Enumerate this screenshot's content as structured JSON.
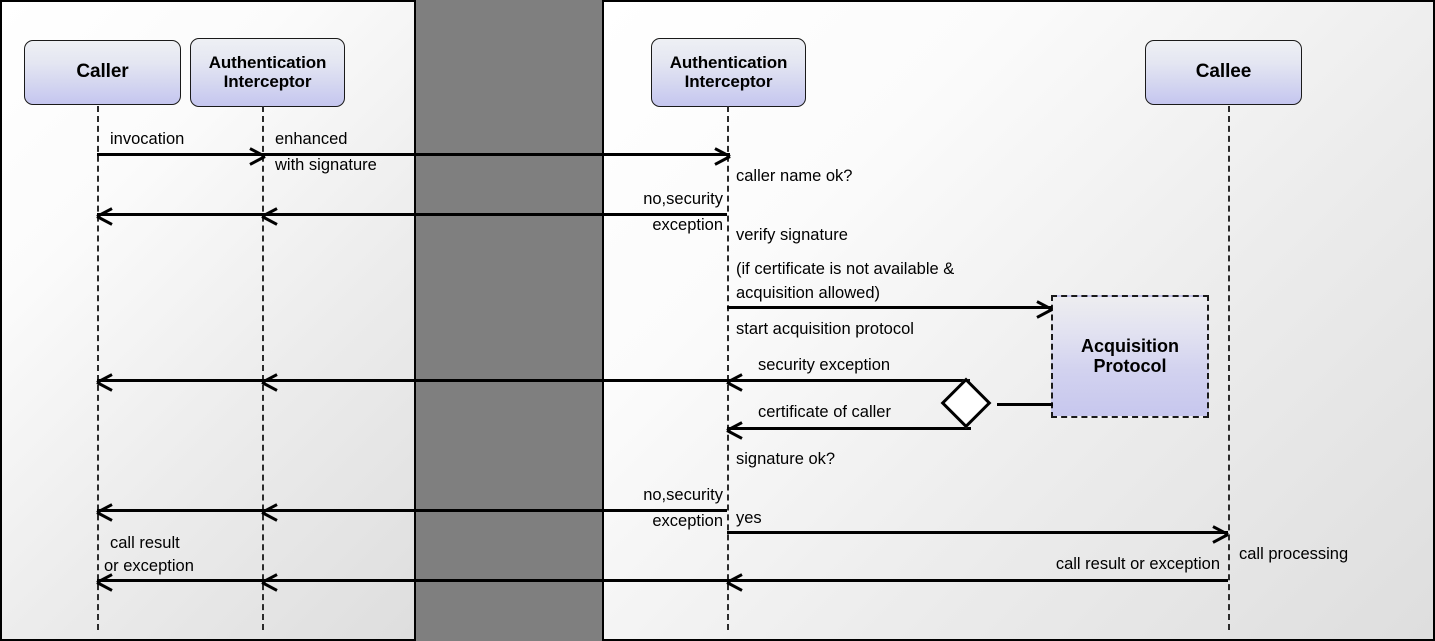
{
  "diagram": {
    "title": "Authentication Interceptor sequence diagram",
    "colors": {
      "background": "#7f7f7f",
      "panel_fill": "#f2f2f2",
      "lifebox_top": "#eef0f4",
      "lifebox_bottom": "#c5c6ef",
      "line": "#000000"
    }
  },
  "panels": {
    "left": {
      "name": "caller-side-panel"
    },
    "right": {
      "name": "callee-side-panel"
    }
  },
  "lifelines": [
    {
      "id": "caller",
      "label": "Caller",
      "panel": "left"
    },
    {
      "id": "interceptor1",
      "label": "Authentication\nInterceptor",
      "panel": "left"
    },
    {
      "id": "interceptor2",
      "label": "Authentication\nInterceptor",
      "panel": "right"
    },
    {
      "id": "callee",
      "label": "Callee",
      "panel": "right"
    }
  ],
  "fragments": [
    {
      "id": "acquisition",
      "label": "Acquisition\nProtocol",
      "style": "dashed"
    }
  ],
  "messages": [
    {
      "id": "m1",
      "label": "invocation",
      "from": "caller",
      "to": "interceptor1",
      "direction": "right"
    },
    {
      "id": "m2",
      "label": "enhanced\nwith signature",
      "from": "interceptor1",
      "to": "interceptor2",
      "direction": "right"
    },
    {
      "id": "m3",
      "label": "no,security\nexception",
      "from": "interceptor2",
      "to": "caller",
      "direction": "left"
    },
    {
      "id": "m4",
      "label": "(if certificate is not available &\nacquisition allowed)\nstart acquisition protocol",
      "from": "interceptor2",
      "to": "acquisition",
      "direction": "right"
    },
    {
      "id": "m5",
      "label": "security exception",
      "from": "acquisition",
      "to": "caller",
      "direction": "left"
    },
    {
      "id": "m6",
      "label": "certificate of caller",
      "from": "acquisition",
      "to": "interceptor2",
      "direction": "left"
    },
    {
      "id": "m7",
      "label": "no,security\nexception",
      "from": "interceptor2",
      "to": "caller",
      "direction": "left"
    },
    {
      "id": "m8",
      "label": "yes",
      "from": "interceptor2",
      "to": "callee",
      "direction": "right"
    },
    {
      "id": "m9",
      "label": "call result or exception",
      "from": "callee",
      "to": "interceptor2",
      "direction": "left"
    },
    {
      "id": "m10",
      "label": "call result\nor exception",
      "from": "interceptor2",
      "to": "caller",
      "direction": "left"
    }
  ],
  "notes": [
    {
      "id": "n1",
      "label": "caller name ok?"
    },
    {
      "id": "n2",
      "label": "verify signature"
    },
    {
      "id": "n3",
      "label": "signature ok?"
    },
    {
      "id": "n4",
      "label": "call processing"
    }
  ],
  "labels": {
    "invocation": "invocation",
    "enhanced_l1": "enhanced",
    "enhanced_l2": "with signature",
    "no_security_1a": "no,security",
    "no_security_1b": "exception",
    "caller_name_ok": "caller name ok?",
    "verify_signature": "verify signature",
    "if_cert_l1": "(if certificate is not available &",
    "if_cert_l2": "acquisition allowed)",
    "start_acq": "start acquisition protocol",
    "security_exception": "security exception",
    "certificate_of_caller": "certificate of caller",
    "signature_ok": "signature ok?",
    "no_security_2a": "no,security",
    "no_security_2b": "exception",
    "yes": "yes",
    "call_result_or_exception": "call result or exception",
    "call_processing": "call processing",
    "call_result_l1": "call result",
    "call_result_l2": "or exception",
    "caller": "Caller",
    "auth_interceptor_l1": "Authentication",
    "auth_interceptor_l2": "Interceptor",
    "callee": "Callee",
    "acquisition_l1": "Acquisition",
    "acquisition_l2": "Protocol"
  }
}
